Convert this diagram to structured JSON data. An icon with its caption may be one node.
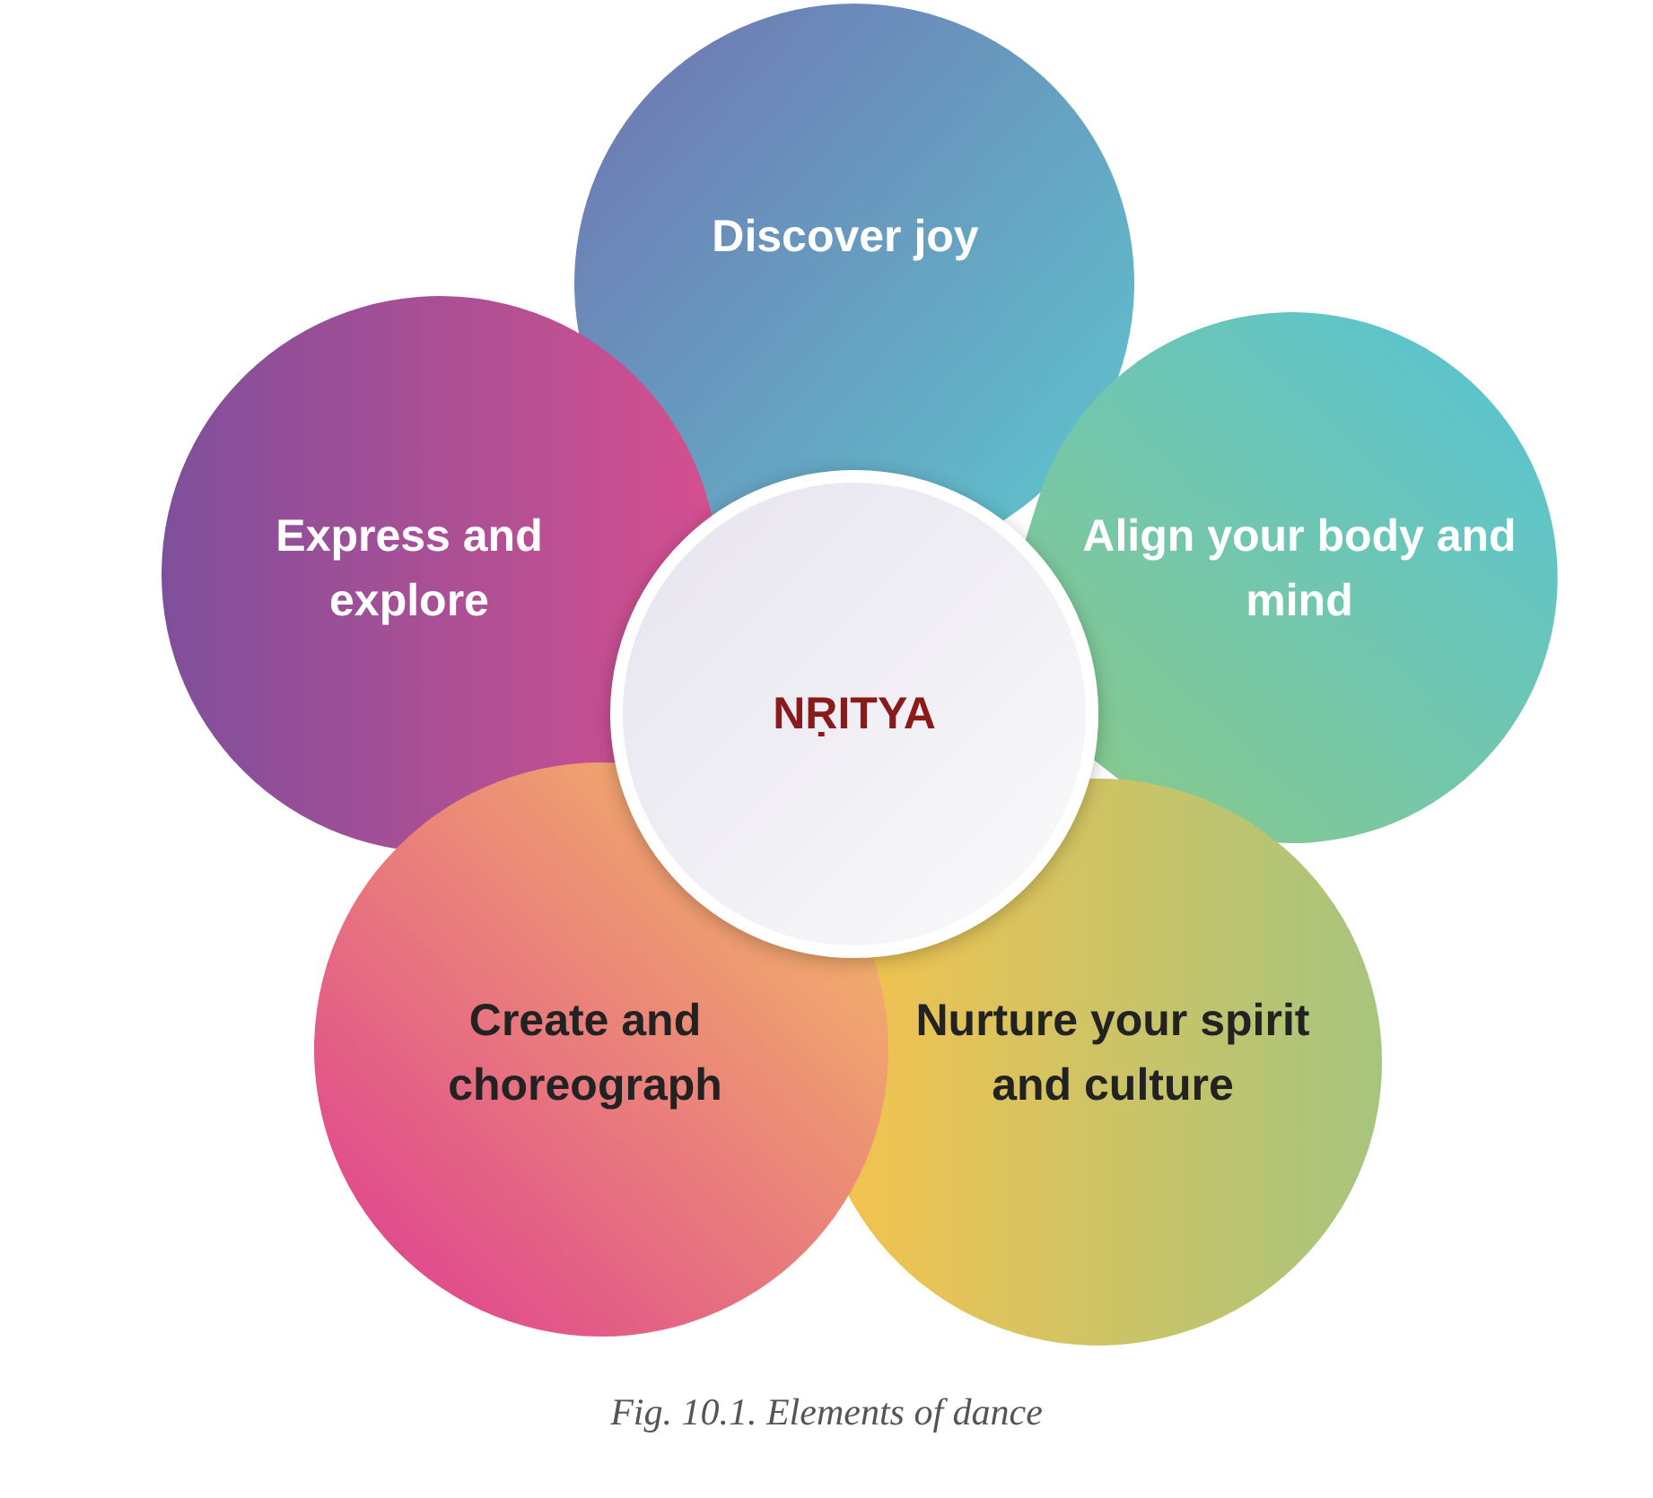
{
  "diagram": {
    "nodes": [
      {
        "text": [
          "Discover joy"
        ]
      },
      {
        "text": [
          "Express and explore"
        ]
      },
      {
        "text": [
          "Align your body and mind"
        ]
      },
      {
        "text": [
          "NṚITYA"
        ]
      },
      {
        "text": [
          "Create and choreograph"
        ]
      },
      {
        "text": [
          "Nurture your spirit and culture"
        ]
      }
    ],
    "edges": [],
    "caption": "Fig. 10.1. Elements of dance"
  }
}
